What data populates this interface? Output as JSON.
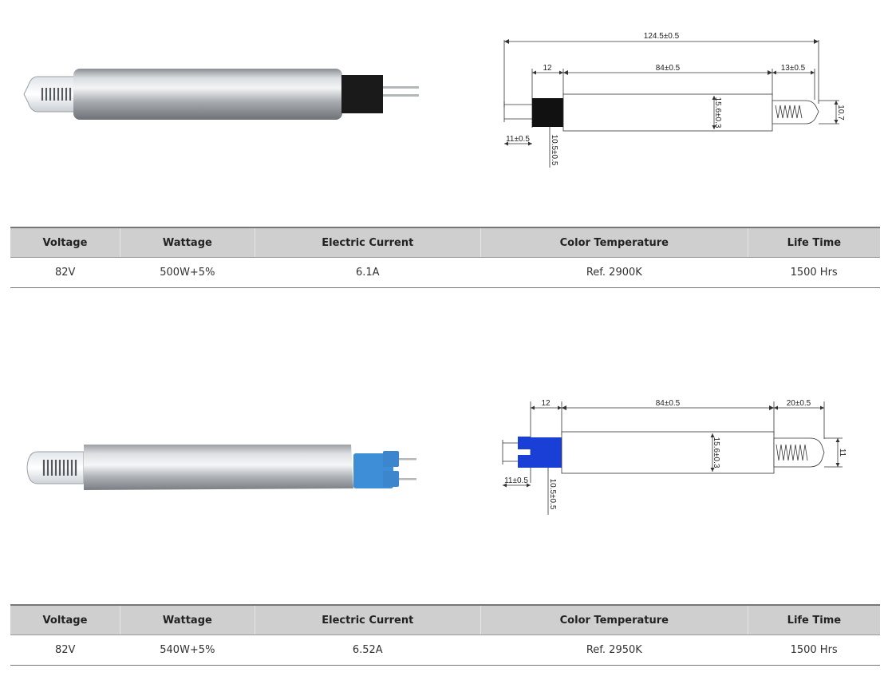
{
  "products": [
    {
      "drawing": {
        "overall_length": "124.5±0.5",
        "base_length": "12",
        "body_length": "84±0.5",
        "bulb_length": "13±0.5",
        "body_diameter": "15.6±0.3",
        "bulb_diameter": "10.7",
        "pin_length": "11±0.5",
        "base_height": "10.5±0.5"
      },
      "table": {
        "headers": [
          "Voltage",
          "Wattage",
          "Electric Current",
          "Color Temperature",
          "Life Time"
        ],
        "values": [
          "82V",
          "500W+5%",
          "6.1A",
          "Ref. 2900K",
          "1500 Hrs"
        ]
      },
      "base_color": "#111111"
    },
    {
      "drawing": {
        "base_length": "12",
        "body_length": "84±0.5",
        "bulb_length": "20±0.5",
        "body_diameter": "15.6±0.3",
        "bulb_diameter": "11",
        "pin_length": "11±0.5",
        "base_height": "10.5±0.5"
      },
      "table": {
        "headers": [
          "Voltage",
          "Wattage",
          "Electric Current",
          "Color Temperature",
          "Life Time"
        ],
        "values": [
          "82V",
          "540W+5%",
          "6.52A",
          "Ref. 2950K",
          "1500 Hrs"
        ]
      },
      "base_color": "#1a3fd6"
    }
  ]
}
